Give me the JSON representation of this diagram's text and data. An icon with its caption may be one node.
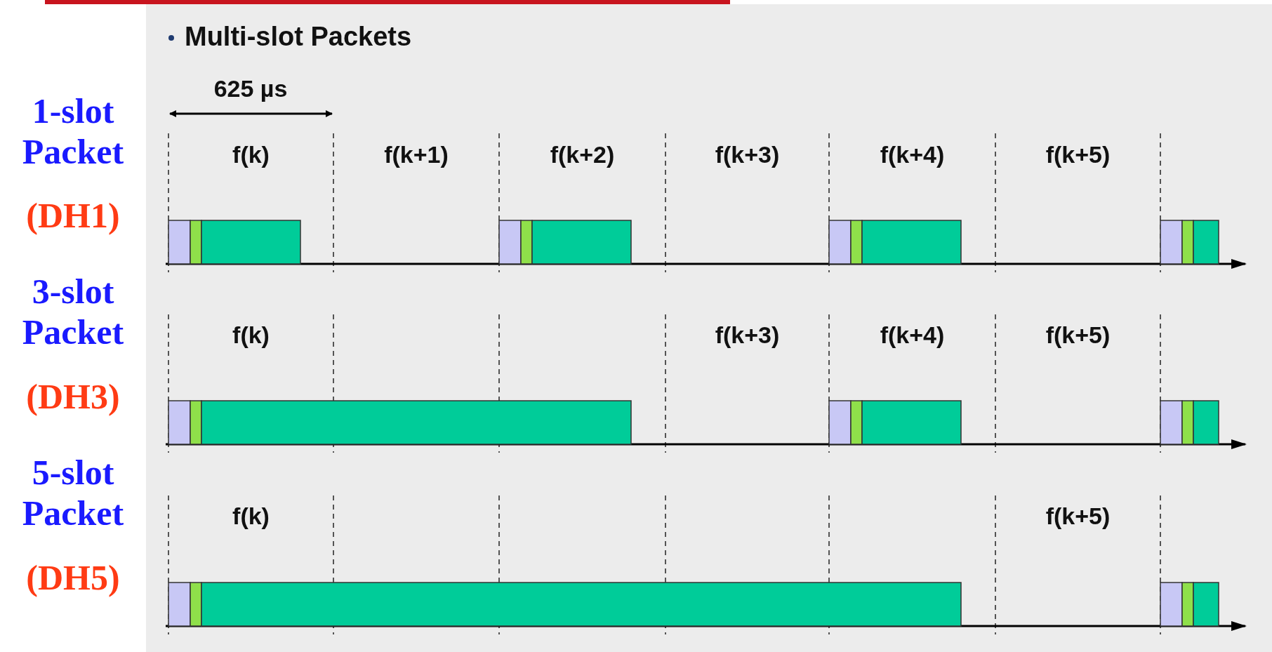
{
  "diagram": {
    "title": "Multi-slot Packets",
    "labels": [
      "625 µs",
      "1-slot Packet",
      "(DH1)",
      "f(k)",
      "f(k+1)",
      "f(k+2)",
      "f(k+3)",
      "f(k+4)",
      "f(k+5)",
      "3-slot Packet",
      "(DH3)",
      "f(k)",
      "f(k+3)",
      "f(k+4)",
      "f(k+5)",
      "5-slot Packet",
      "(DH5)",
      "f(k)",
      "f(k+5)"
    ]
  }
}
